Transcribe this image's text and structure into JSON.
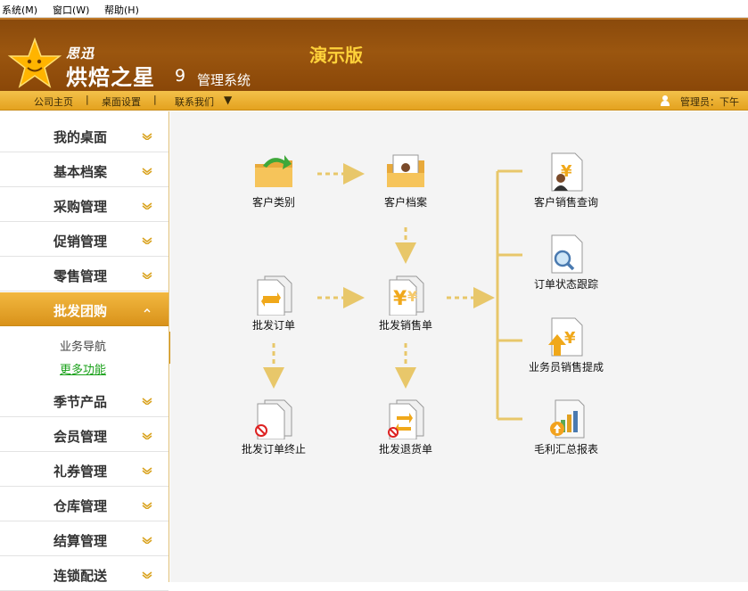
{
  "menubar": {
    "items": [
      "系统(M)",
      "窗口(W)",
      "帮助(H)"
    ]
  },
  "header": {
    "brand_small": "思迅",
    "brand_big": "烘焙之星",
    "brand_version": "9",
    "brand_sys": "管理系统",
    "edition": "演示版"
  },
  "toolbar": {
    "links": [
      "公司主页",
      "桌面设置",
      "联系我们"
    ],
    "separator": "|",
    "dropdown": "▼",
    "admin": "管理员：下午"
  },
  "sidebar": {
    "items": [
      "我的桌面",
      "基本档案",
      "采购管理",
      "促销管理",
      "零售管理",
      "批发团购",
      "季节产品",
      "会员管理",
      "礼券管理",
      "仓库管理",
      "结算管理",
      "连锁配送"
    ],
    "active_index": 5,
    "sub_items": [
      "业务导航",
      "更多功能"
    ]
  },
  "flow": {
    "items": [
      "客户类别",
      "客户档案",
      "批发订单",
      "批发销售单",
      "批发订单终止",
      "批发退货单",
      "客户销售查询",
      "订单状态跟踪",
      "业务员销售提成",
      "毛利汇总报表"
    ]
  },
  "colors": {
    "header": "#8a4a0c",
    "accent": "#f2b840",
    "edition": "#ffd23a",
    "arrow": "#e8c76a",
    "link": "#1aa11a"
  }
}
